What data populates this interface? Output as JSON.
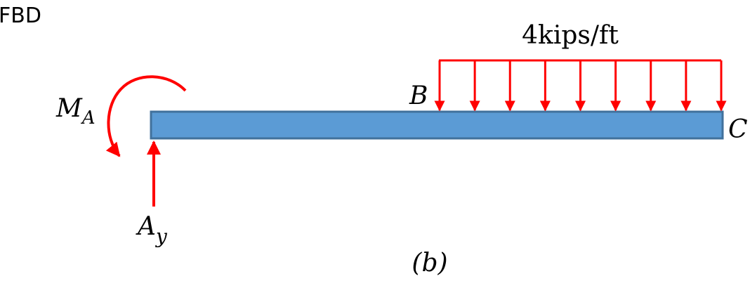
{
  "figure_label": "FBD",
  "caption": "(b)",
  "beam": {
    "color": "#5b9bd5",
    "stroke": "#41719c"
  },
  "load_color": "#ff0000",
  "distributed_load": {
    "label": "4kips/ft",
    "arrow_count": 9
  },
  "points": {
    "B": "B",
    "C": "C"
  },
  "reactions": {
    "moment_symbol": "M",
    "moment_subscript": "A",
    "force_symbol": "A",
    "force_subscript": "y"
  }
}
